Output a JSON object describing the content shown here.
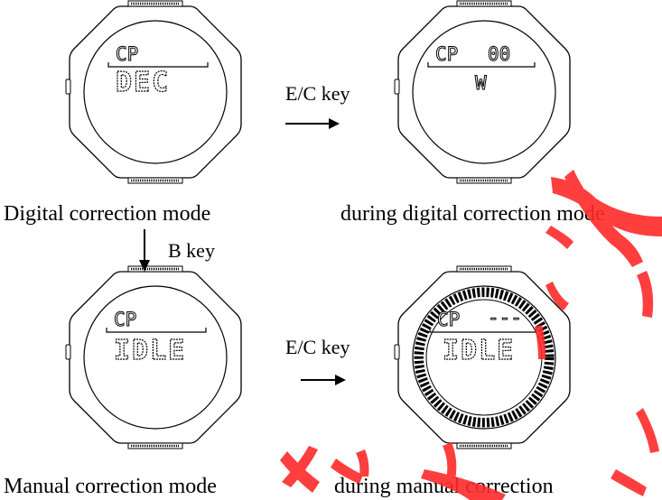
{
  "watches": {
    "w1": {
      "top": "CP",
      "main": "DEC"
    },
    "w2": {
      "top": "CP",
      "top_right": "00",
      "main": "W"
    },
    "w3": {
      "top": "CP",
      "main": "IDLE"
    },
    "w4": {
      "top": "CP",
      "top_right": "---",
      "main": "IDLE"
    }
  },
  "arrows": {
    "ec_top": "E/C key",
    "b_key": "B key",
    "ec_bottom": "E/C key"
  },
  "captions": {
    "digital_mode": "Digital correction mode",
    "during_digital": "during digital correction mode",
    "manual_mode": "Manual correction mode",
    "during_manual": "during manual correction"
  },
  "colors": {
    "ink": "#000000",
    "watermark": "#ff2a2a"
  }
}
